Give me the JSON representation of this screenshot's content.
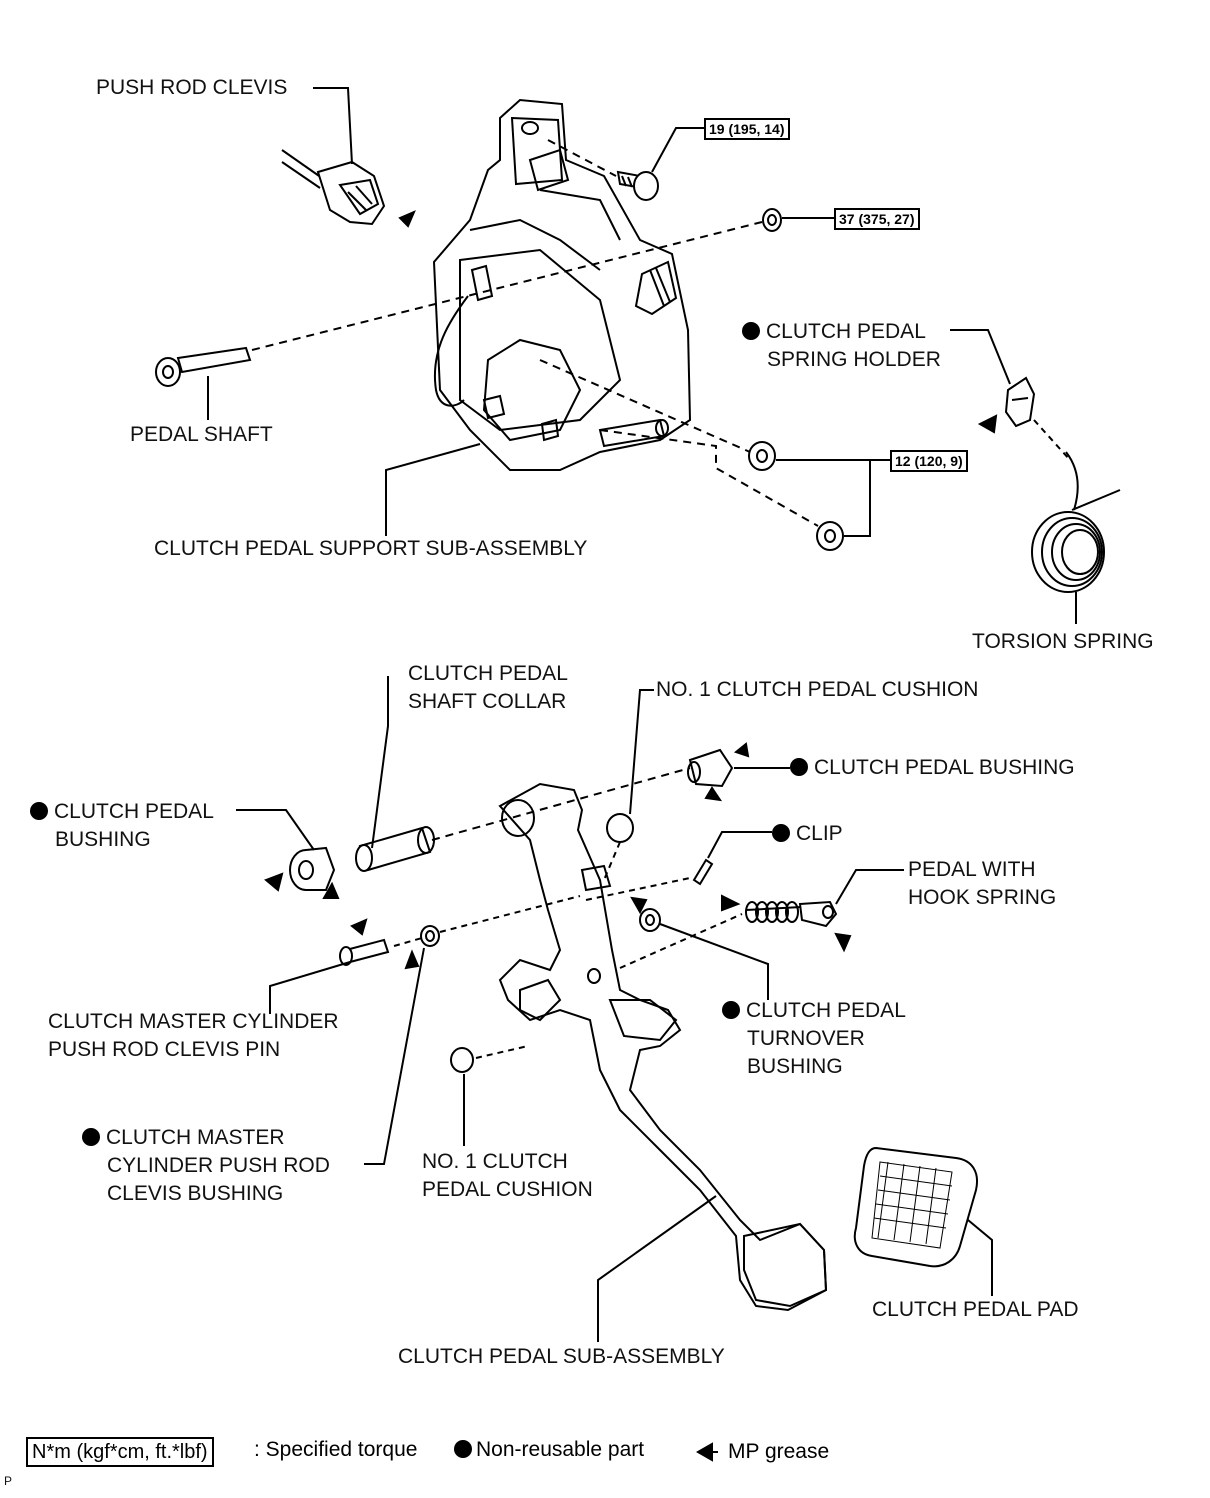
{
  "labels": {
    "push_rod_clevis": "PUSH ROD CLEVIS",
    "pedal_shaft": "PEDAL SHAFT",
    "support_sub_assembly": "CLUTCH PEDAL SUPPORT SUB-ASSEMBLY",
    "spring_holder_1": "CLUTCH PEDAL",
    "spring_holder_2": "SPRING HOLDER",
    "torsion_spring": "TORSION SPRING",
    "shaft_collar_1": "CLUTCH PEDAL",
    "shaft_collar_2": "SHAFT COLLAR",
    "cushion_top": "NO. 1 CLUTCH PEDAL CUSHION",
    "bushing_right": "CLUTCH PEDAL BUSHING",
    "bushing_left_1": "CLUTCH PEDAL",
    "bushing_left_2": "BUSHING",
    "clip": "CLIP",
    "hook_spring_1": "PEDAL WITH",
    "hook_spring_2": "HOOK SPRING",
    "clevis_pin_1": "CLUTCH MASTER CYLINDER",
    "clevis_pin_2": "PUSH ROD CLEVIS PIN",
    "turnover_1": "CLUTCH PEDAL",
    "turnover_2": "TURNOVER",
    "turnover_3": "BUSHING",
    "clevis_bushing_1": "CLUTCH MASTER",
    "clevis_bushing_2": "CYLINDER PUSH ROD",
    "clevis_bushing_3": "CLEVIS BUSHING",
    "cushion_bottom_1": "NO. 1 CLUTCH",
    "cushion_bottom_2": "PEDAL CUSHION",
    "pedal_pad": "CLUTCH PEDAL PAD",
    "pedal_sub_assembly": "CLUTCH PEDAL SUB-ASSEMBLY"
  },
  "torques": {
    "t1": "19 (195, 14)",
    "t2": "37 (375, 27)",
    "t3": "12 (120, 9)"
  },
  "legend": {
    "torque_box": "N*m (kgf*cm, ft.*lbf)",
    "torque_text": ": Specified torque",
    "nonreusable_text": "Non-reusable part",
    "grease_text": "MP grease"
  },
  "footer_mark": "P"
}
